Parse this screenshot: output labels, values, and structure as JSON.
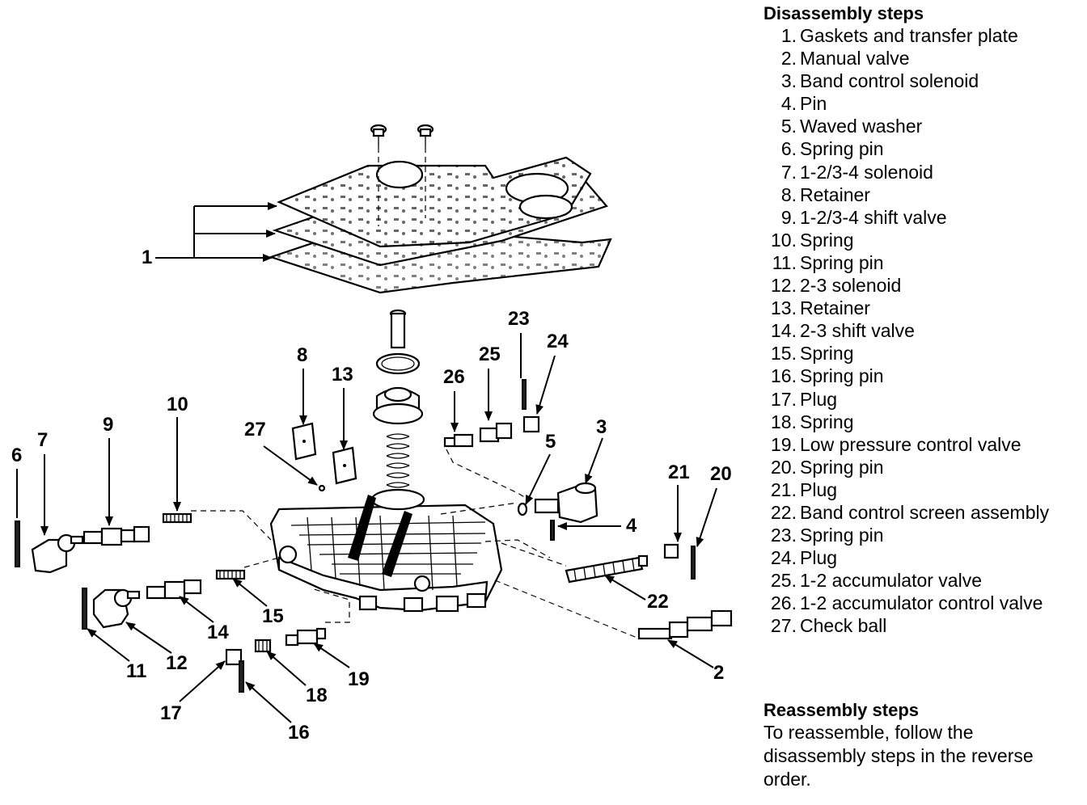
{
  "legend": {
    "title": "Disassembly steps",
    "items": [
      {
        "num": "1.",
        "text": "Gaskets and transfer plate"
      },
      {
        "num": "2.",
        "text": "Manual valve"
      },
      {
        "num": "3.",
        "text": "Band control solenoid"
      },
      {
        "num": "4.",
        "text": "Pin"
      },
      {
        "num": "5.",
        "text": "Waved washer"
      },
      {
        "num": "6.",
        "text": "Spring pin"
      },
      {
        "num": "7.",
        "text": "1-2/3-4 solenoid"
      },
      {
        "num": "8.",
        "text": "Retainer"
      },
      {
        "num": "9.",
        "text": "1-2/3-4 shift valve"
      },
      {
        "num": "10.",
        "text": "Spring"
      },
      {
        "num": "11.",
        "text": "Spring pin"
      },
      {
        "num": "12.",
        "text": "2-3 solenoid"
      },
      {
        "num": "13.",
        "text": "Retainer"
      },
      {
        "num": "14.",
        "text": "2-3 shift valve"
      },
      {
        "num": "15.",
        "text": "Spring"
      },
      {
        "num": "16.",
        "text": "Spring pin"
      },
      {
        "num": "17.",
        "text": "Plug"
      },
      {
        "num": "18.",
        "text": "Spring"
      },
      {
        "num": "19.",
        "text": "Low pressure control valve"
      },
      {
        "num": "20.",
        "text": "Spring pin"
      },
      {
        "num": "21.",
        "text": "Plug"
      },
      {
        "num": "22.",
        "text": "Band control screen assembly"
      },
      {
        "num": "23.",
        "text": "Spring pin"
      },
      {
        "num": "24.",
        "text": "Plug"
      },
      {
        "num": "25.",
        "text": "1-2 accumulator valve"
      },
      {
        "num": "26.",
        "text": "1-2 accumulator control valve"
      },
      {
        "num": "27.",
        "text": "Check ball"
      }
    ]
  },
  "reassembly": {
    "title": "Reassembly steps",
    "text": "To reassemble, follow the disassembly steps in the reverse order."
  },
  "callouts": {
    "c1": "1",
    "c2": "2",
    "c3": "3",
    "c4": "4",
    "c5": "5",
    "c6": "6",
    "c7": "7",
    "c8": "8",
    "c9": "9",
    "c10": "10",
    "c11": "11",
    "c12": "12",
    "c13": "13",
    "c14": "14",
    "c15": "15",
    "c16": "16",
    "c17": "17",
    "c18": "18",
    "c19": "19",
    "c20": "20",
    "c21": "21",
    "c22": "22",
    "c23": "23",
    "c24": "24",
    "c25": "25",
    "c26": "26",
    "c27": "27"
  }
}
